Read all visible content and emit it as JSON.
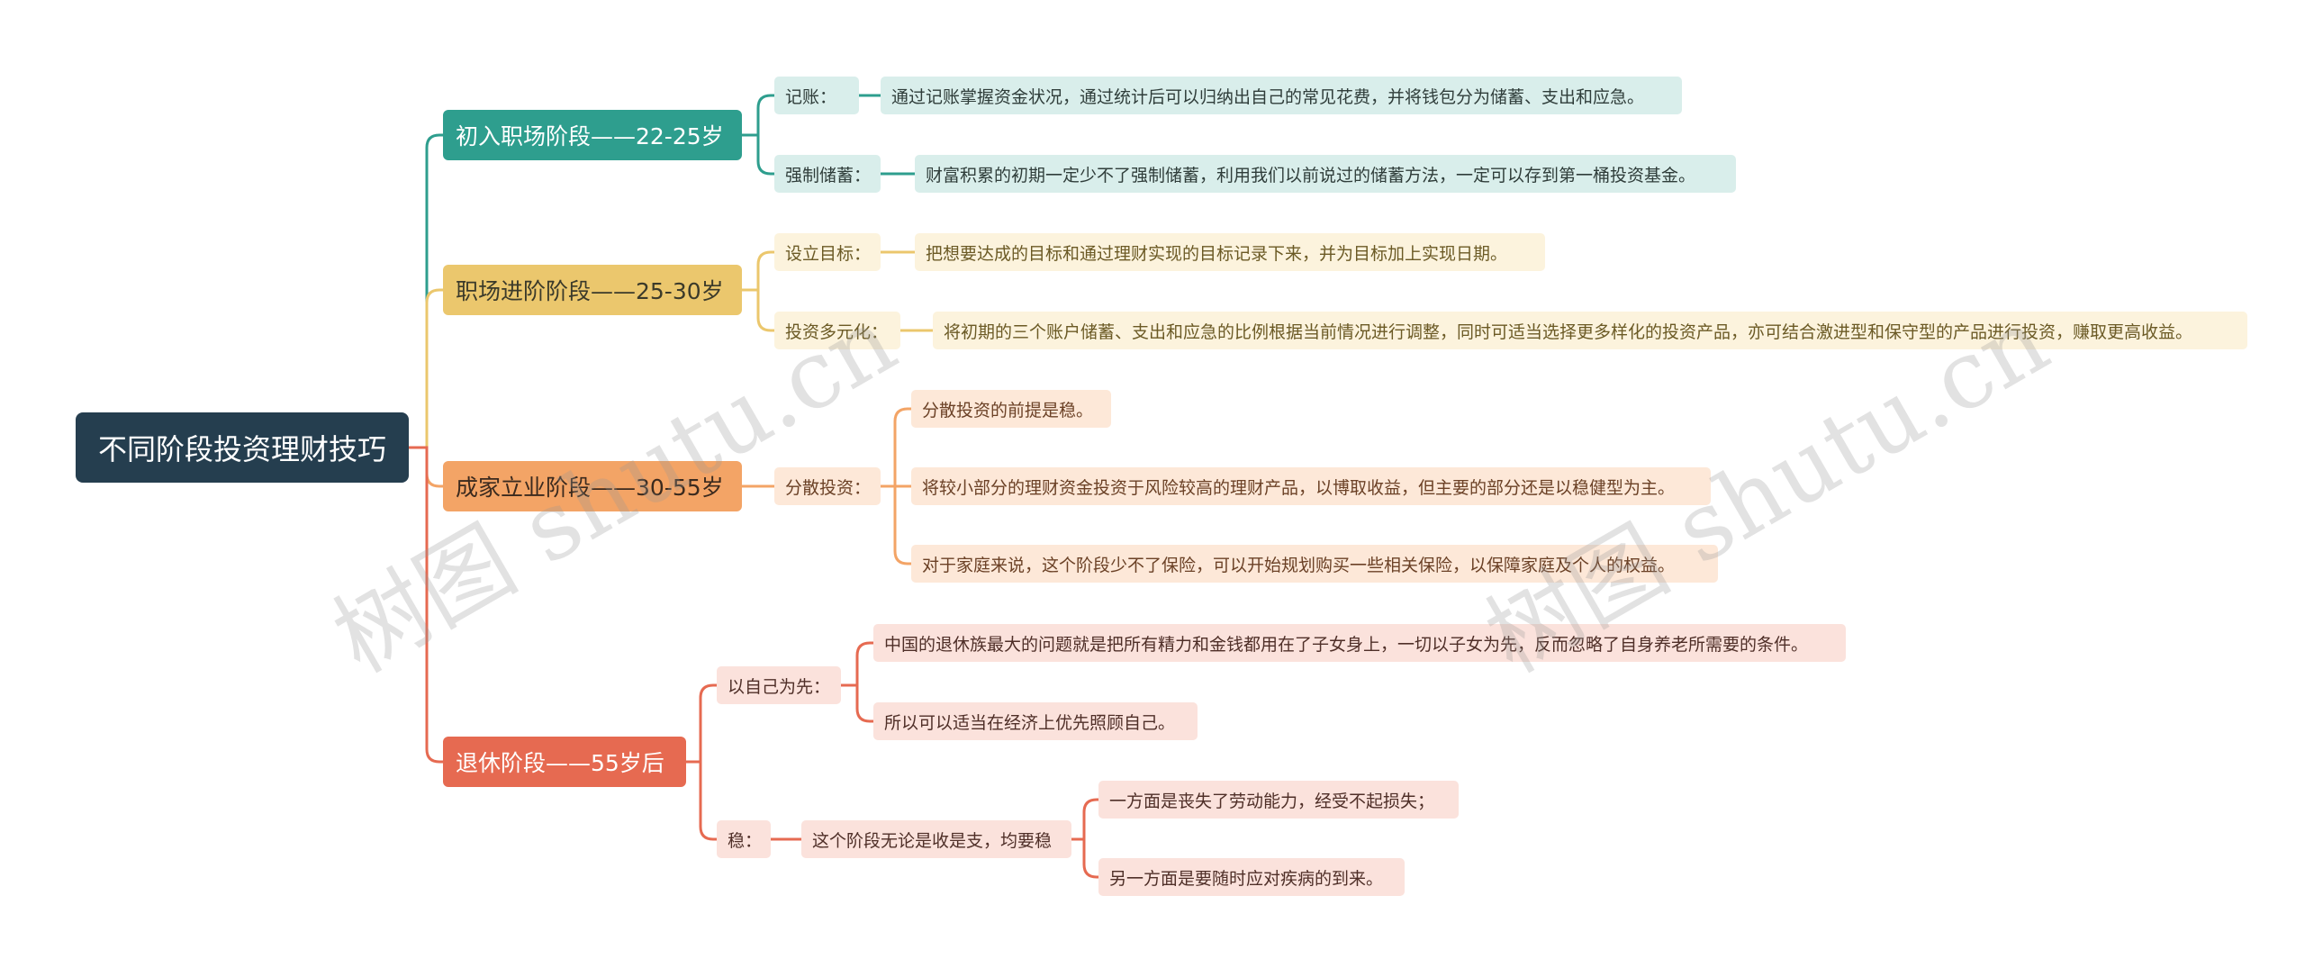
{
  "root": {
    "label": "不同阶段投资理财技巧"
  },
  "stages": [
    {
      "label": "初入职场阶段——22-25岁",
      "items": [
        {
          "label": "记账：",
          "detail": "通过记账掌握资金状况，通过统计后可以归纳出自己的常见花费，并将钱包分为储蓄、支出和应急。"
        },
        {
          "label": "强制储蓄：",
          "detail": "财富积累的初期一定少不了强制储蓄，利用我们以前说过的储蓄方法，一定可以存到第一桶投资基金。"
        }
      ]
    },
    {
      "label": "职场进阶阶段——25-30岁",
      "items": [
        {
          "label": "设立目标：",
          "detail": "把想要达成的目标和通过理财实现的目标记录下来，并为目标加上实现日期。"
        },
        {
          "label": "投资多元化：",
          "detail": "将初期的三个账户储蓄、支出和应急的比例根据当前情况进行调整，同时可适当选择更多样化的投资产品，亦可结合激进型和保守型的产品进行投资，赚取更高收益。"
        }
      ]
    },
    {
      "label": "成家立业阶段——30-55岁",
      "items": [
        {
          "label": "分散投资：",
          "details": [
            "分散投资的前提是稳。",
            "将较小部分的理财资金投资于风险较高的理财产品，以博取收益，但主要的部分还是以稳健型为主。",
            "对于家庭来说，这个阶段少不了保险，可以开始规划购买一些相关保险，以保障家庭及个人的权益。"
          ]
        }
      ]
    },
    {
      "label": "退休阶段——55岁后",
      "items": [
        {
          "label": "以自己为先：",
          "details": [
            "中国的退休族最大的问题就是把所有精力和金钱都用在了子女身上，一切以子女为先，反而忽略了自身养老所需要的条件。",
            "所以可以适当在经济上优先照顾自己。"
          ]
        },
        {
          "label": "稳：",
          "sub": "这个阶段无论是收是支，均要稳",
          "details": [
            "一方面是丧失了劳动能力，经受不起损失；",
            "另一方面是要随时应对疾病的到来。"
          ]
        }
      ]
    }
  ],
  "colors": {
    "root": "#253e4f",
    "teal": "#2e9e8e",
    "yellow": "#ebc76d",
    "orange": "#f3a466",
    "red": "#e66a51"
  },
  "watermark": "树图 shutu.cn"
}
